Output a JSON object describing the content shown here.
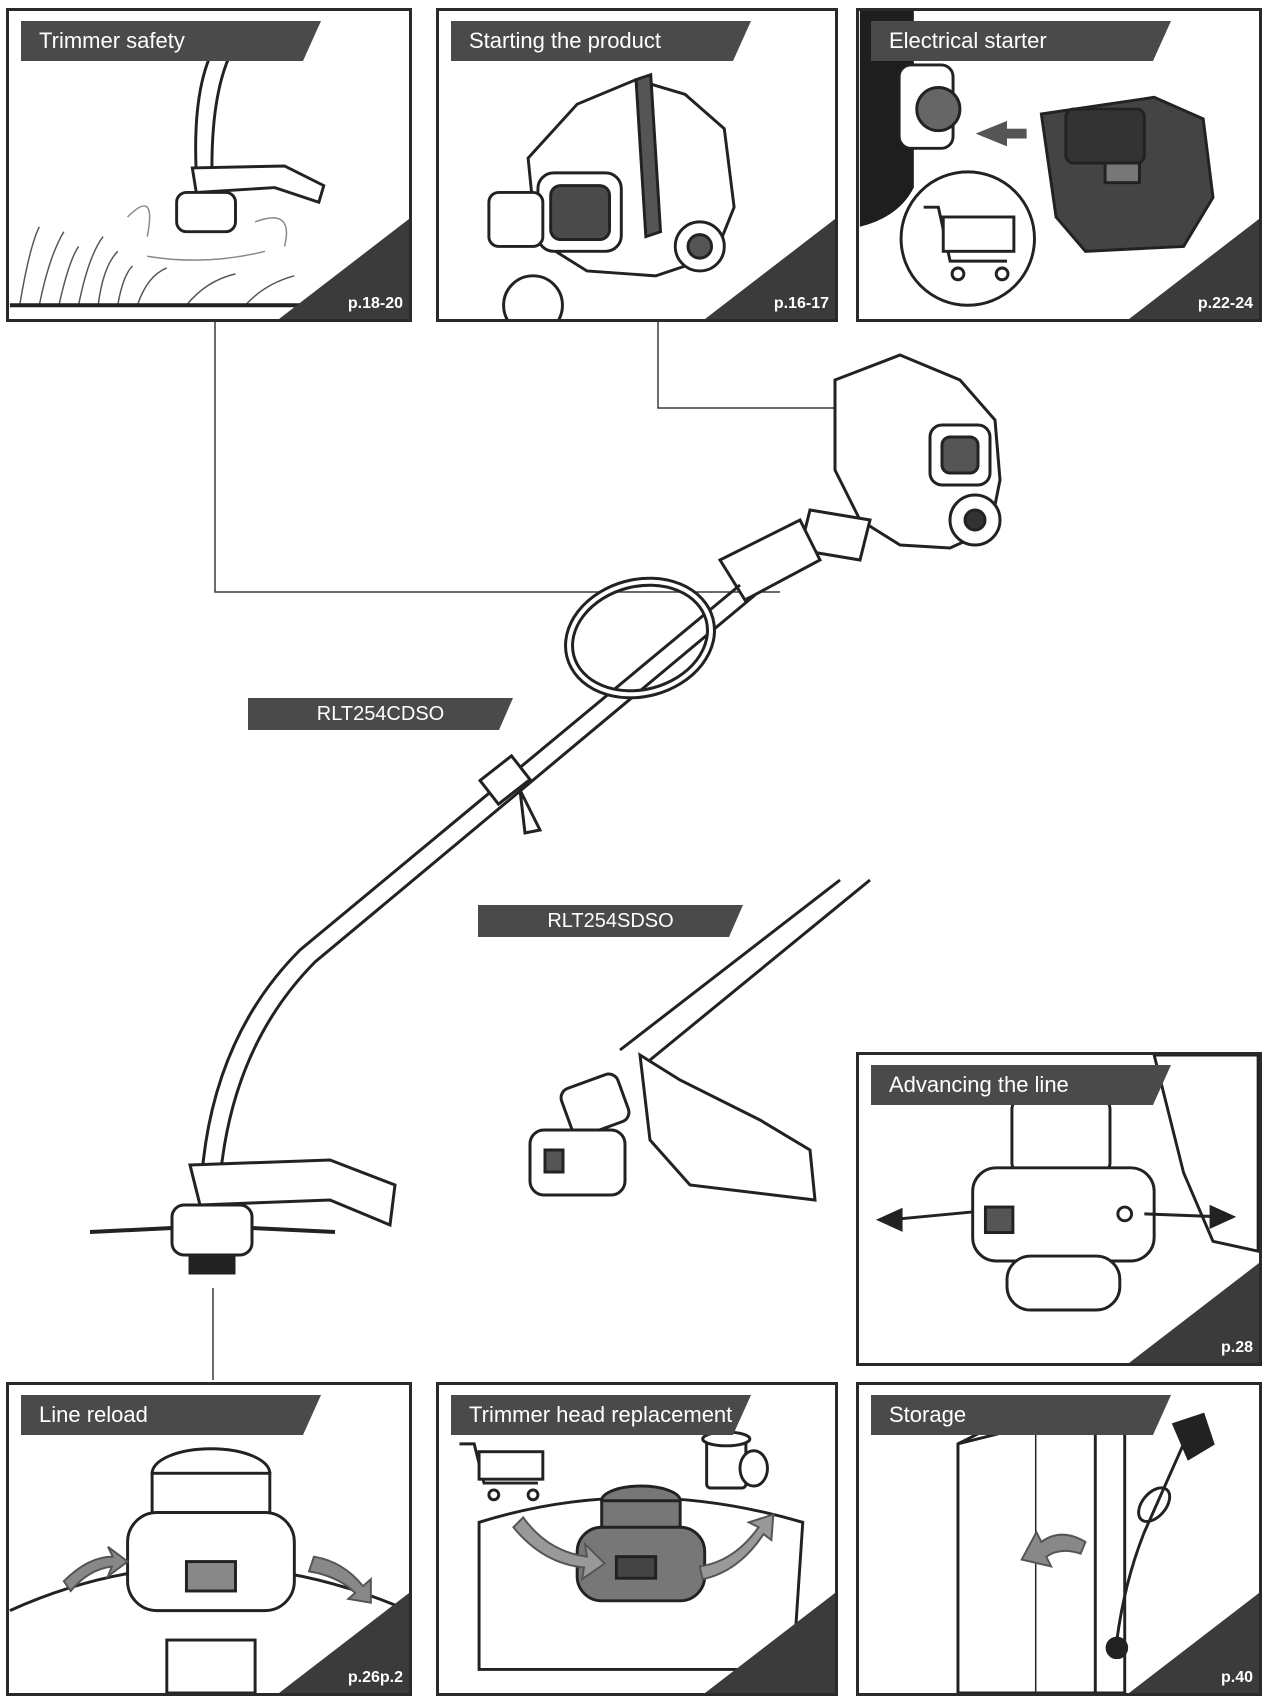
{
  "panels": {
    "trimmer_safety": {
      "title": "Trimmer safety",
      "page": "p.18-20"
    },
    "starting_product": {
      "title": "Starting the product",
      "page": "p.16-17"
    },
    "electrical_starter": {
      "title": "Electrical starter",
      "page": "p.22-24"
    },
    "advancing_line": {
      "title": "Advancing the line",
      "page": "p.28"
    },
    "line_reload": {
      "title": "Line reload",
      "page": "p.26p.2"
    },
    "head_replacement": {
      "title": "Trimmer head replacement",
      "page": ""
    },
    "storage": {
      "title": "Storage",
      "page": "p.40"
    }
  },
  "models": {
    "curved": "RLT254CDSO",
    "straight": "RLT254SDSO"
  },
  "colors": {
    "label_bg": "#4a4a4a",
    "border": "#2a2a2a",
    "line": "#3a3a3a"
  },
  "icons": [
    "cart-icon",
    "trash-icon",
    "arrow-icon"
  ]
}
